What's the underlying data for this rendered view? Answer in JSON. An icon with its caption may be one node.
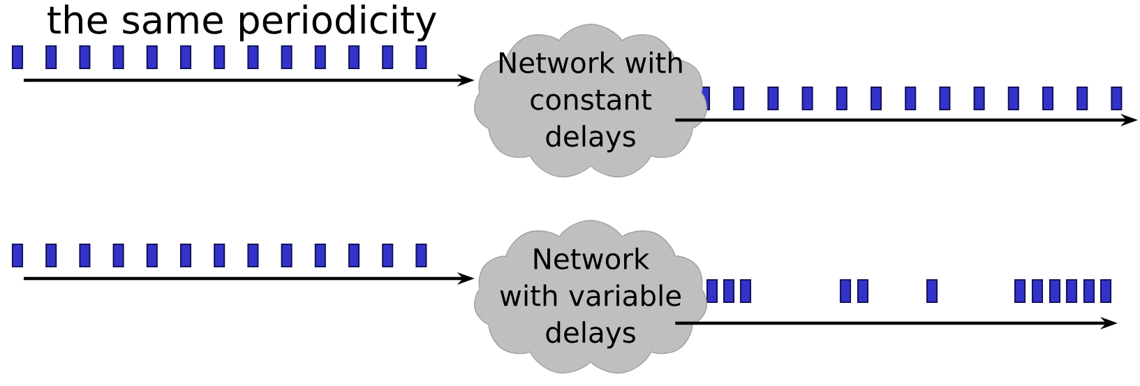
{
  "diagram": {
    "nodes": [
      {
        "text": [
          "Network with constant delays"
        ]
      },
      {
        "text": [
          "Network with variable delays"
        ]
      }
    ],
    "edges": [
      {
        "from": null,
        "to": 0,
        "arrow": "to"
      },
      {
        "from": 0,
        "to": null,
        "arrow": "to"
      },
      {
        "from": null,
        "to": 1,
        "arrow": "to"
      },
      {
        "from": 1,
        "to": null,
        "arrow": "to"
      }
    ],
    "labels": [
      "the same periodicity"
    ]
  }
}
